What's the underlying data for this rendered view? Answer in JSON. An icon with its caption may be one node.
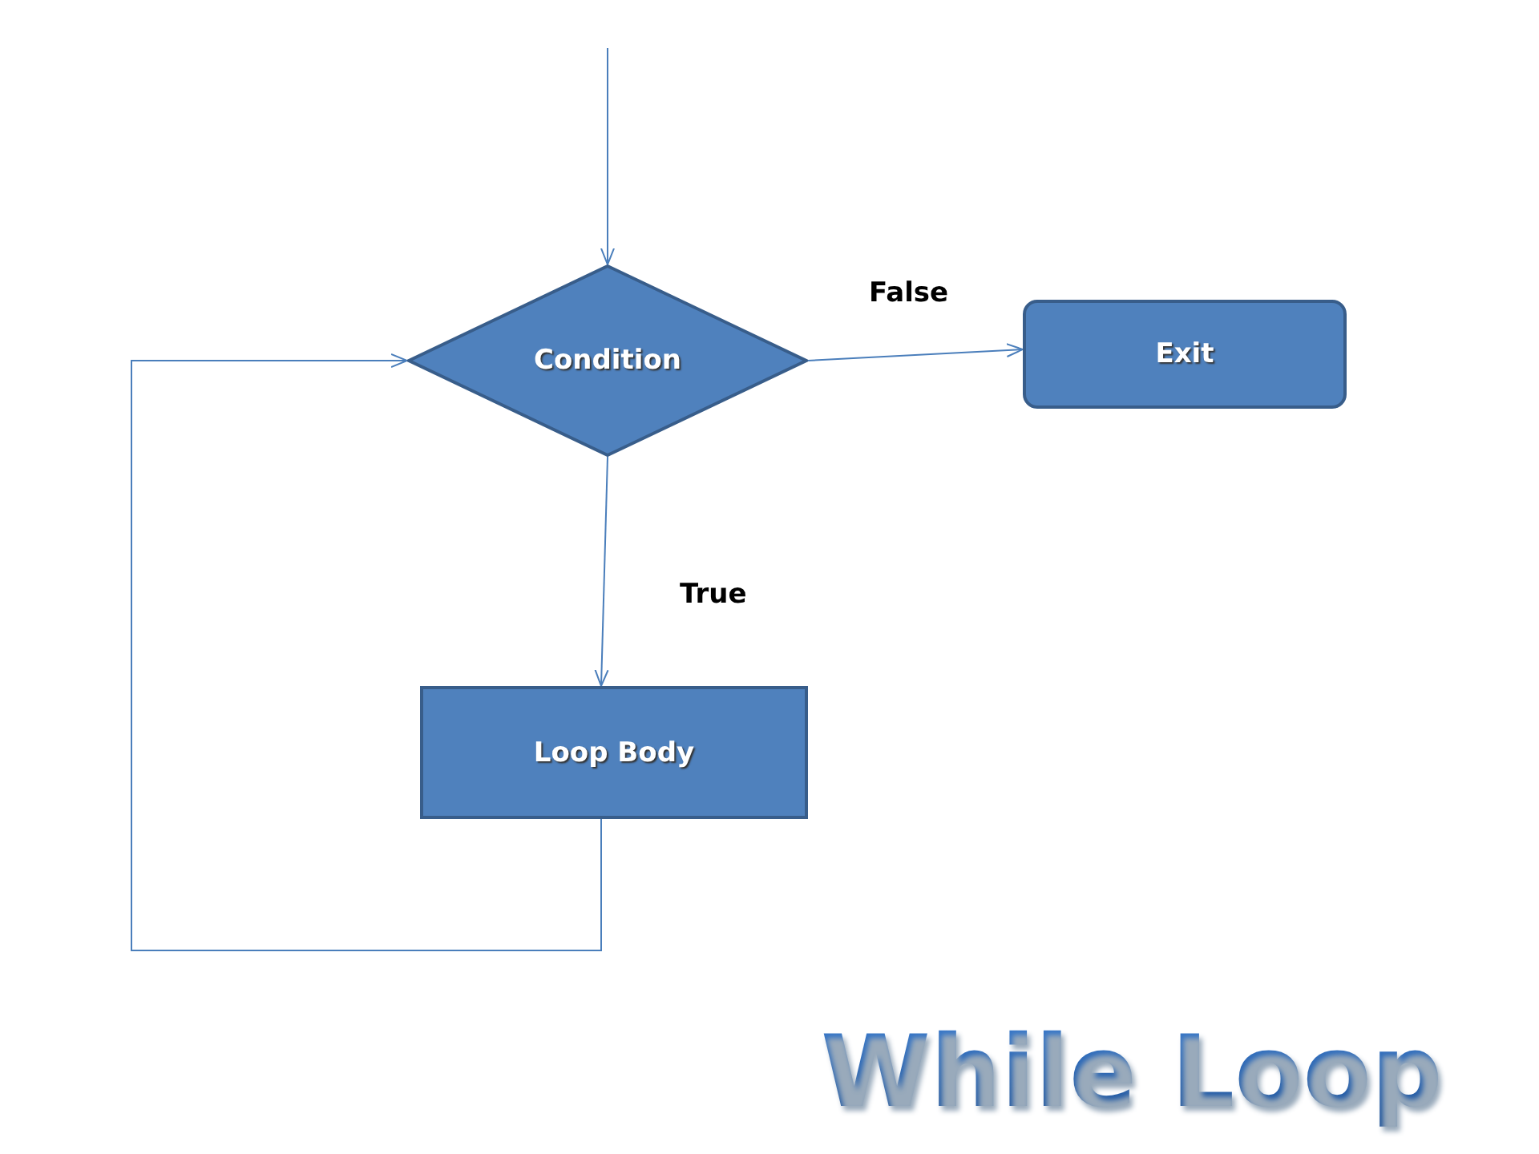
{
  "diagram": {
    "title": "While Loop",
    "nodes": [
      {
        "text": [
          "Condition"
        ]
      },
      {
        "text": [
          "Exit"
        ]
      },
      {
        "text": [
          "Loop Body"
        ]
      }
    ],
    "edges": [
      {
        "from": null,
        "to": 0,
        "arrow": "to"
      },
      {
        "from": 0,
        "to": 1,
        "arrow": "to",
        "label": "False"
      },
      {
        "from": 0,
        "to": 2,
        "arrow": "to",
        "label": "True"
      },
      {
        "from": 2,
        "to": 0,
        "arrow": "to"
      }
    ]
  }
}
